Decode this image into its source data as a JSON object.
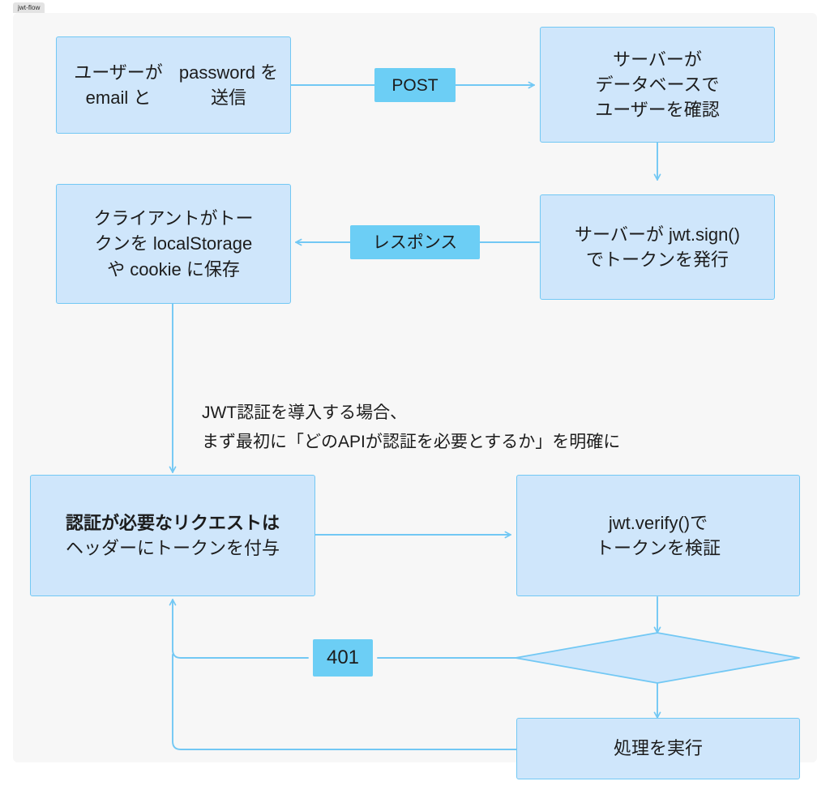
{
  "window": {
    "tab_label": "jwt-flow"
  },
  "colors": {
    "node_fill": "#cfe6fb",
    "node_border": "#72c8f4",
    "edge_stroke": "#72c8f4",
    "edge_label_fill": "#6ccef5",
    "canvas_bg": "#f7f7f7",
    "page_bg": "#ffffff",
    "text": "#1c1c1c"
  },
  "diagram": {
    "type": "flowchart",
    "title": "jwt-flow",
    "nodes": [
      {
        "id": "n1",
        "shape": "rect",
        "lines": [
          "ユーザーが email と",
          "password を送信"
        ]
      },
      {
        "id": "n2",
        "shape": "rect",
        "lines": [
          "サーバーが",
          "データベースで",
          "ユーザーを確認"
        ]
      },
      {
        "id": "n3",
        "shape": "rect",
        "lines": [
          "サーバーが jwt.sign()",
          "でトークンを発行"
        ]
      },
      {
        "id": "n4",
        "shape": "rect",
        "lines": [
          "クライアントがトー",
          "クンを localStorage",
          "や cookie に保存"
        ]
      },
      {
        "id": "n5",
        "shape": "rect",
        "lines": [
          "認証が必要なリクエストは",
          "ヘッダーにトークンを付与"
        ],
        "bold_lines": [
          0
        ]
      },
      {
        "id": "n6",
        "shape": "rect",
        "lines": [
          "jwt.verify()で",
          "トークンを検証"
        ]
      },
      {
        "id": "n7",
        "shape": "diamond",
        "lines": [
          ""
        ]
      },
      {
        "id": "n8",
        "shape": "rect",
        "lines": [
          "処理を実行"
        ]
      }
    ],
    "edges": [
      {
        "from": "n1",
        "to": "n2",
        "label": "POST"
      },
      {
        "from": "n2",
        "to": "n3",
        "label": ""
      },
      {
        "from": "n3",
        "to": "n4",
        "label": "レスポンス"
      },
      {
        "from": "n4",
        "to": "n5",
        "label": ""
      },
      {
        "from": "n5",
        "to": "n6",
        "label": ""
      },
      {
        "from": "n6",
        "to": "n7",
        "label": ""
      },
      {
        "from": "n7",
        "to": "n5",
        "label": "401"
      },
      {
        "from": "n7",
        "to": "n8",
        "label": ""
      },
      {
        "from": "n8",
        "to": "n5",
        "label": ""
      }
    ],
    "annotation": {
      "lines": [
        "JWT認証を導入する場合、",
        "まず最初に「どのAPIが認証を必要とするか」を明確に"
      ]
    }
  }
}
